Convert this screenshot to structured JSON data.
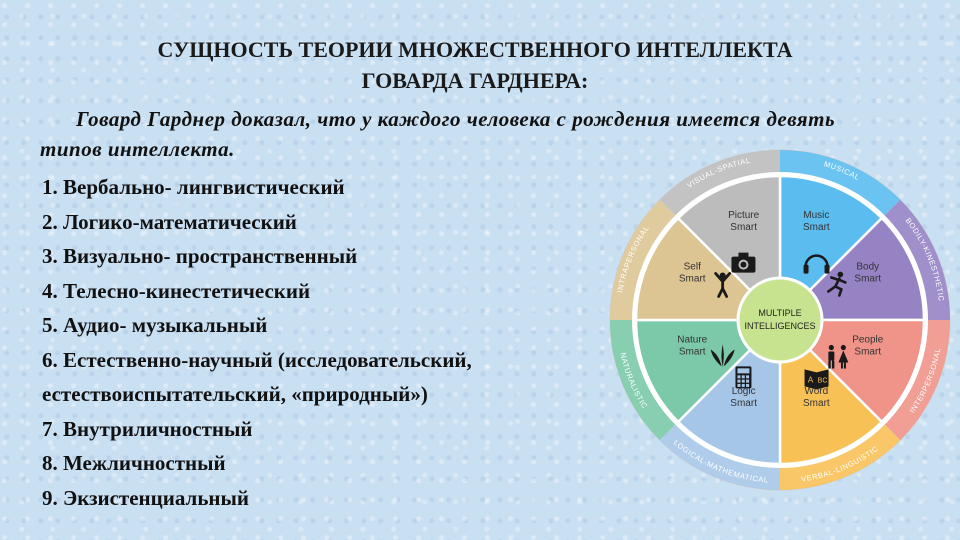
{
  "title_line1": "СУЩНОСТЬ ТЕОРИИ МНОЖЕСТВЕННОГО ИНТЕЛЛЕКТА",
  "title_line2": "ГОВАРДА ГАРДНЕРА:",
  "intro": "Говард Гарднер доказал, что у каждого человека с рождения имеется девять типов интеллекта.",
  "list": [
    "1. Вербально- лингвистический",
    "2. Логико-математический",
    "3. Визуально- пространственный",
    "4. Телесно-кинестетический",
    "5. Аудио- музыкальный",
    "6. Естественно-научный (исследовательский,",
    "естествоиспытательский, «природный»)",
    "7. Внутриличностный",
    "8. Межличностный",
    "9. Экзистенциальный"
  ],
  "wheel": {
    "center_line1": "MULTIPLE",
    "center_line2": "INTELLIGENCES",
    "segments": [
      {
        "line1": "Music",
        "line2": "Smart",
        "ring": "MUSICAL",
        "color": "#5bbcef",
        "icon": "headphones-icon"
      },
      {
        "line1": "Body",
        "line2": "Smart",
        "ring": "BODILY-KINESTHETIC",
        "color": "#9583c4",
        "icon": "running-person-icon"
      },
      {
        "line1": "People",
        "line2": "Smart",
        "ring": "INTERPERSONAL",
        "color": "#f0948a",
        "icon": "people-icon"
      },
      {
        "line1": "Word",
        "line2": "Smart",
        "ring": "VERBAL-LINGUISTIC",
        "color": "#f8c156",
        "icon": "book-icon"
      },
      {
        "line1": "Logic",
        "line2": "Smart",
        "ring": "LOGICAL-MATHEMATICAL",
        "color": "#a6c6e8",
        "icon": "calculator-icon"
      },
      {
        "line1": "Nature",
        "line2": "Smart",
        "ring": "NATURALISTIC",
        "color": "#7bc9a8",
        "icon": "leaf-icon"
      },
      {
        "line1": "Self",
        "line2": "Smart",
        "ring": "INTRAPERSONAL",
        "color": "#dcc592",
        "icon": "person-arms-up-icon"
      },
      {
        "line1": "Picture",
        "line2": "Smart",
        "ring": "VISUAL-SPATIAL",
        "color": "#bcbcbc",
        "icon": "camera-icon"
      }
    ]
  }
}
